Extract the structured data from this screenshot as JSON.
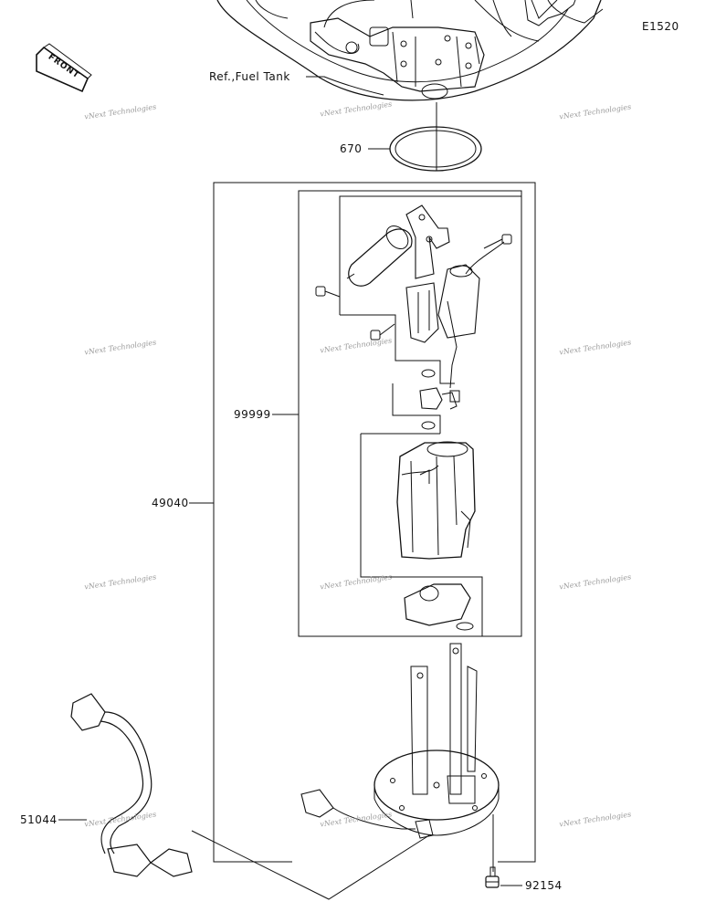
{
  "diagram_code": "E1520",
  "direction_label": "FRONT",
  "ref_label": "Ref.,Fuel Tank",
  "watermark": "vNext Technologies",
  "parts": {
    "p670": "670",
    "p99999": "99999",
    "p49040": "49040",
    "p51044": "51044",
    "p92154": "92154"
  },
  "colors": {
    "line": "#111111",
    "watermark": "#9a9a9a"
  }
}
